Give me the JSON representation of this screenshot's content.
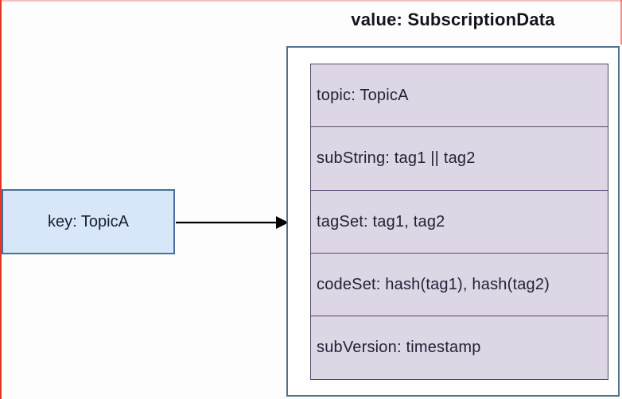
{
  "frame": {
    "red_border_color": "#e8352a"
  },
  "title": {
    "text": "value: SubscriptionData"
  },
  "key_node": {
    "label": "key: TopicA",
    "fill": "#d7e6f8",
    "border_color": "#4a7099"
  },
  "arrow": {
    "color": "#000000",
    "direction": "right"
  },
  "value_node": {
    "border_color": "#53718f",
    "row_fill": "#ddd6e4",
    "row_border_color": "#5d4370",
    "rows": [
      {
        "label": "topic: TopicA"
      },
      {
        "label": "subString: tag1 || tag2"
      },
      {
        "label": "tagSet: tag1, tag2"
      },
      {
        "label": "codeSet: hash(tag1), hash(tag2)"
      },
      {
        "label": "subVersion: timestamp"
      }
    ]
  }
}
